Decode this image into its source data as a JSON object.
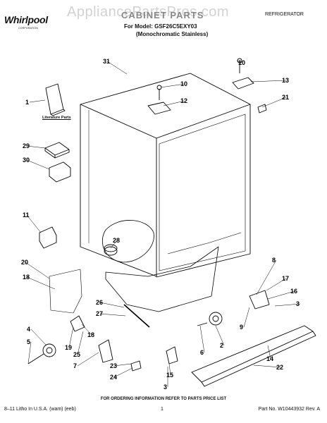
{
  "header": {
    "brand": "Whirlpool",
    "brand_sub": "CORPORATION",
    "watermark": "AppliancePartsPros.com",
    "title": "CABINET PARTS",
    "model_line": "For Model: GSF26C5EXY03",
    "finish_line": "(Monochromatic Stainless)",
    "category": "REFRIGERATOR"
  },
  "diagram": {
    "literature_label": "Literature Parts",
    "callouts": [
      "31",
      "10",
      "13",
      "10",
      "12",
      "21",
      "1",
      "29",
      "30",
      "11",
      "28",
      "20",
      "18",
      "8",
      "17",
      "16",
      "3",
      "26",
      "27",
      "4",
      "5",
      "19",
      "25",
      "18",
      "7",
      "23",
      "24",
      "6",
      "2",
      "9",
      "14",
      "22",
      "15",
      "3"
    ]
  },
  "footer": {
    "note": "FOR ORDERING INFORMATION REFER TO PARTS PRICE LIST",
    "left": "8–11 Litho In U.S.A. (wam) (eeb)",
    "page": "1",
    "part_no": "Part No. W10443932 Rev. A"
  }
}
